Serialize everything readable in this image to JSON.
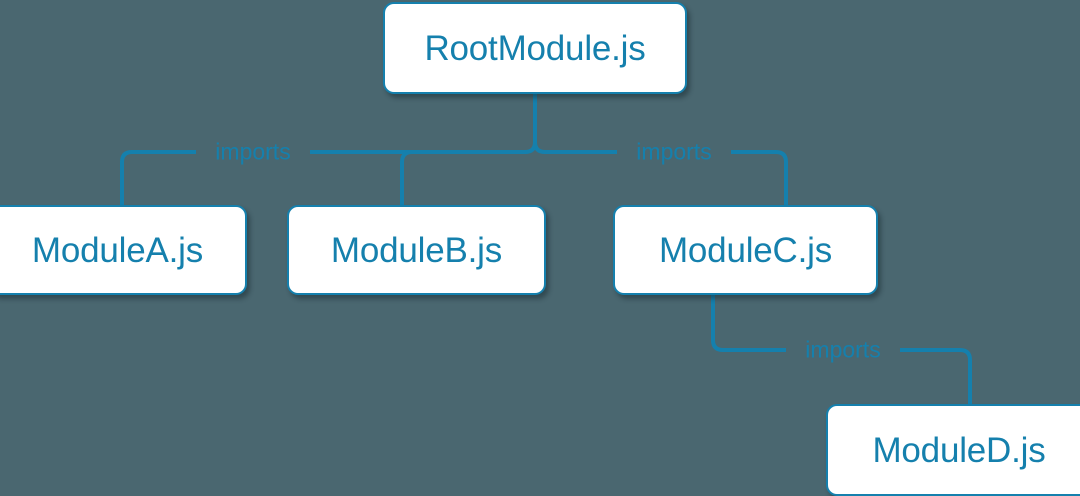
{
  "diagram": {
    "type": "module-dependency-tree",
    "background_color": "#4a6770",
    "accent_color": "#1580ad",
    "node_fill_color": "#ffffff",
    "nodes": [
      {
        "id": "root",
        "label": "RootModule.js"
      },
      {
        "id": "moduleA",
        "label": "ModuleA.js"
      },
      {
        "id": "moduleB",
        "label": "ModuleB.js"
      },
      {
        "id": "moduleC",
        "label": "ModuleC.js"
      },
      {
        "id": "moduleD",
        "label": "ModuleD.js"
      }
    ],
    "edges": [
      {
        "from": "root",
        "to": "moduleA",
        "label": "imports"
      },
      {
        "from": "root",
        "to": "moduleB",
        "label": ""
      },
      {
        "from": "root",
        "to": "moduleC",
        "label": "imports"
      },
      {
        "from": "moduleC",
        "to": "moduleD",
        "label": "imports"
      }
    ]
  }
}
